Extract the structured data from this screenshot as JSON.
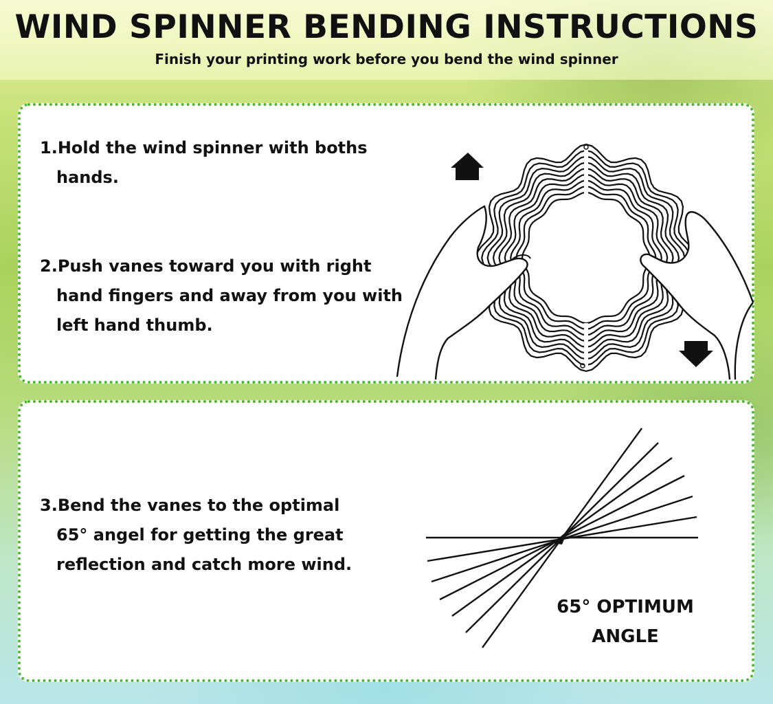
{
  "header": {
    "title": "WIND SPINNER BENDING INSTRUCTIONS",
    "subtitle": "Finish your printing work before you bend the wind spinner"
  },
  "steps": [
    {
      "lines": [
        "1.Hold the wind spinner with boths",
        "hands."
      ]
    },
    {
      "lines": [
        "2.Push vanes toward you with right",
        "hand fingers and away from you with",
        "left hand thumb."
      ]
    },
    {
      "lines": [
        "3.Bend the vanes to the optimal",
        "65° angel for getting the great",
        "reflection and catch more wind."
      ]
    }
  ],
  "angle_label": {
    "line1": "65° OPTIMUM",
    "line2": "ANGLE"
  },
  "colors": {
    "border": "#4bb82e",
    "text": "#111111"
  }
}
